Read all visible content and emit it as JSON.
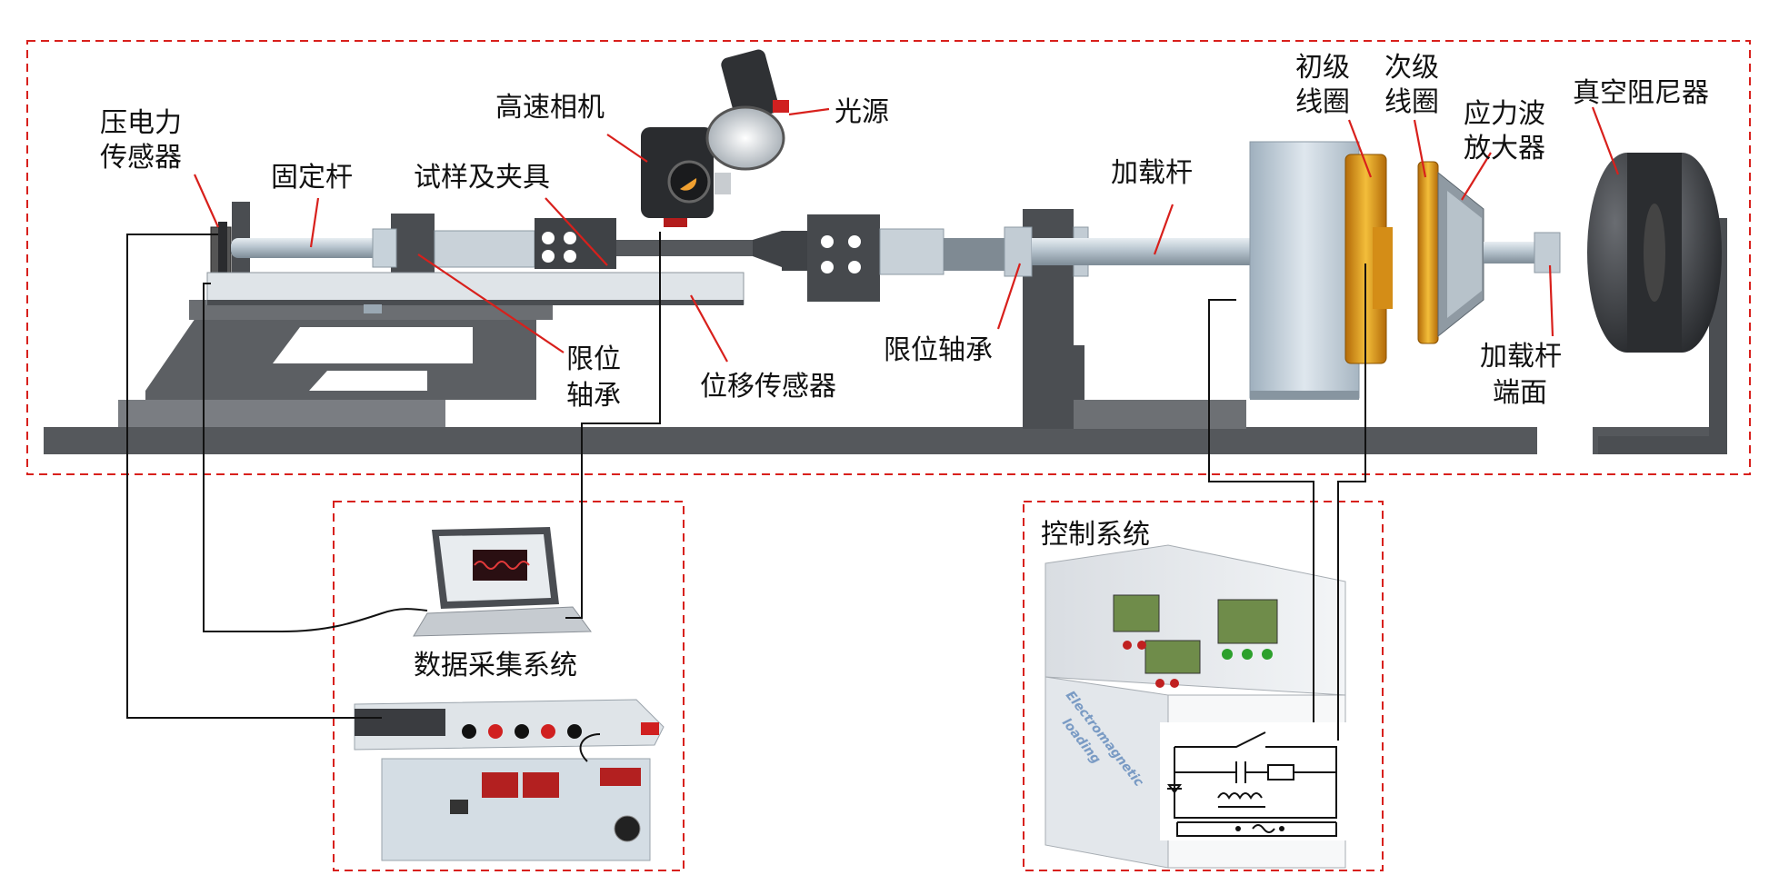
{
  "labels": {
    "piezo_sensor": [
      "压电力",
      "传感器"
    ],
    "fixed_rod": "固定杆",
    "specimen_fixture": "试样及夹具",
    "high_speed_camera": "高速相机",
    "light_source": "光源",
    "limit_bearing_left": [
      "限位",
      "轴承"
    ],
    "displacement_sensor": "位移传感器",
    "loading_rod": "加载杆",
    "limit_bearing_right": "限位轴承",
    "primary_coil": [
      "初级",
      "线圈"
    ],
    "secondary_coil": [
      "次级",
      "线圈"
    ],
    "stress_wave_amplifier": [
      "应力波",
      "放大器"
    ],
    "loading_rod_end": [
      "加载杆",
      "端面"
    ],
    "vacuum_damper": "真空阻尼器",
    "data_acquisition": "数据采集系统",
    "control_system": "控制系统",
    "cabinet_side_text": [
      "Electromagnetic",
      "loading"
    ]
  },
  "colors": {
    "box_border": "#d8201c",
    "leader": "#d8201c",
    "frame_dark": "#55585c",
    "rod_metal": "#b9c6d0",
    "coil_gold": "#e3a21f"
  }
}
